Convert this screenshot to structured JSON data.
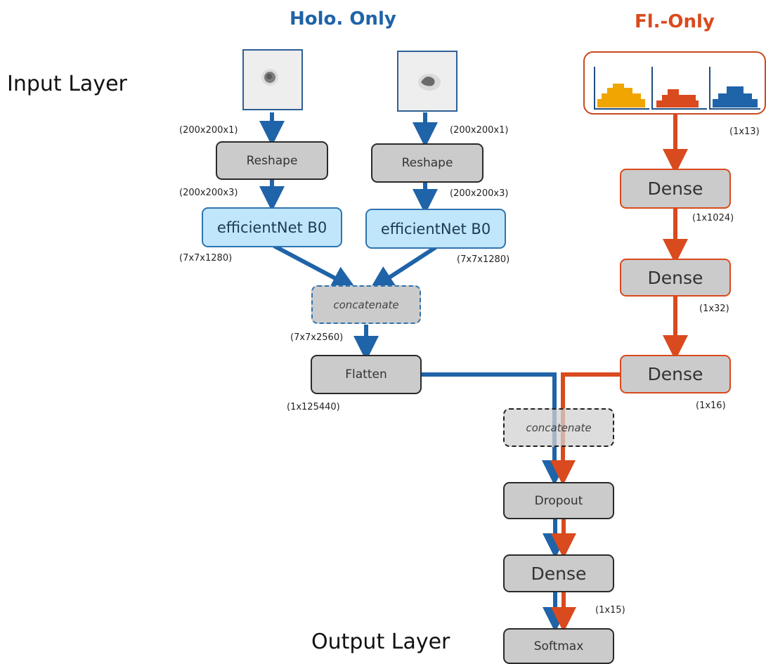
{
  "headings": {
    "holo_only": "Holo. Only",
    "fl_only": "Fl.-Only"
  },
  "side_labels": {
    "input_layer": "Input Layer",
    "output_layer": "Output Layer"
  },
  "holo_branch_left": {
    "input_shape": "(200x200x1)",
    "reshape": "Reshape",
    "reshape_shape": "(200x200x3)",
    "backbone": "efficientNet B0",
    "backbone_shape": "(7x7x1280)"
  },
  "holo_branch_right": {
    "input_shape": "(200x200x1)",
    "reshape": "Reshape",
    "reshape_shape": "(200x200x3)",
    "backbone": "efficientNet B0",
    "backbone_shape": "(7x7x1280)"
  },
  "holo_merge": {
    "concatenate": "concatenate",
    "concat_shape": "(7x7x2560)",
    "flatten": "Flatten",
    "flatten_shape": "(1x125440)"
  },
  "fl_branch": {
    "input_shape": "(1x13)",
    "dense1": "Dense",
    "dense1_shape": "(1x1024)",
    "dense2": "Dense",
    "dense2_shape": "(1x32)",
    "dense3": "Dense",
    "dense3_shape": "(1x16)"
  },
  "head": {
    "concatenate": "concatenate",
    "dropout": "Dropout",
    "dense": "Dense",
    "dense_shape": "(1x15)",
    "softmax": "Softmax"
  },
  "colors": {
    "holo_blue": "#1f63a8",
    "fl_orange": "#d94a1e",
    "histogram_bars": [
      "#f0a500",
      "#d94a1e",
      "#1f63a8"
    ]
  }
}
